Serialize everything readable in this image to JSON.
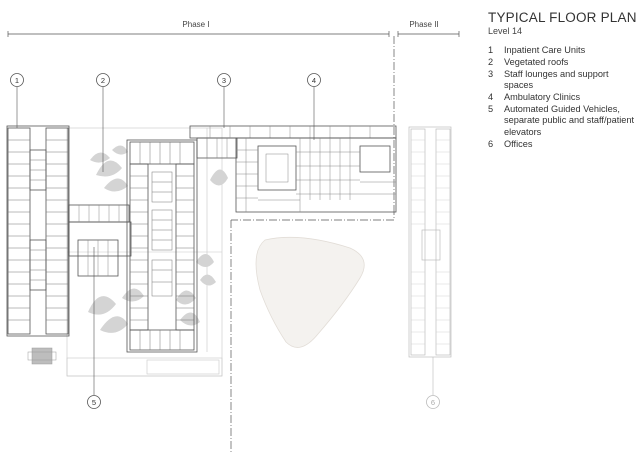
{
  "legend": {
    "title": "TYPICAL FLOOR PLAN",
    "subtitle": "Level 14",
    "items": [
      {
        "num": "1",
        "text": "Inpatient Care Units"
      },
      {
        "num": "2",
        "text": "Vegetated roofs"
      },
      {
        "num": "3",
        "text": "Staff lounges and support spaces"
      },
      {
        "num": "4",
        "text": "Ambulatory Clinics"
      },
      {
        "num": "5",
        "text": "Automated Guided Vehicles, separate public and staff/patient elevators"
      },
      {
        "num": "6",
        "text": "Offices"
      }
    ]
  },
  "phases": {
    "phase1": "Phase I",
    "phase2": "Phase II"
  },
  "markers": [
    "1",
    "2",
    "3",
    "4",
    "5",
    "6"
  ],
  "colors": {
    "line": "#555555",
    "light_line": "#bdbdbd",
    "foliage": "#d2d2d2",
    "oval": "#f3f1ee"
  }
}
